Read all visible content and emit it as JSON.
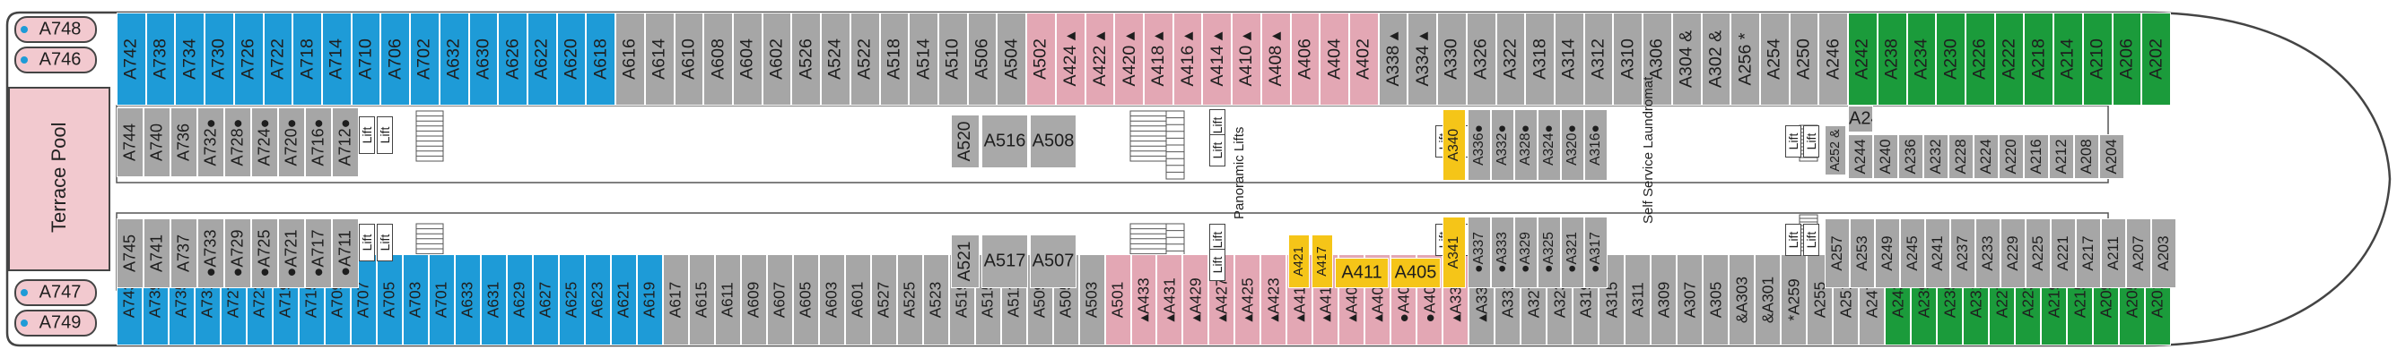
{
  "deck": {
    "pool_label": "Terrace Pool",
    "lift_label": "Lift",
    "panoramic_lifts_label": "Panoramic Lifts",
    "laundromat_label": "Self Service Laundromat",
    "colors": {
      "blue": "#1e9bd7",
      "gray": "#a6a6a6",
      "pink": "#e3a7b4",
      "green": "#1b9b3b",
      "yellow": "#f5c518",
      "pool": "#f2c9cf"
    }
  },
  "aft_suites": {
    "top": [
      "A748",
      "A746"
    ],
    "bottom": [
      "A747",
      "A749"
    ]
  },
  "top_row": [
    {
      "id": "A742",
      "c": "blue"
    },
    {
      "id": "A738",
      "c": "blue"
    },
    {
      "id": "A734",
      "c": "blue"
    },
    {
      "id": "A730",
      "c": "blue"
    },
    {
      "id": "A726",
      "c": "blue"
    },
    {
      "id": "A722",
      "c": "blue"
    },
    {
      "id": "A718",
      "c": "blue"
    },
    {
      "id": "A714",
      "c": "blue"
    },
    {
      "id": "A710",
      "c": "blue"
    },
    {
      "id": "A706",
      "c": "blue"
    },
    {
      "id": "A702",
      "c": "blue"
    },
    {
      "id": "A632",
      "c": "blue"
    },
    {
      "id": "A630",
      "c": "blue"
    },
    {
      "id": "A626",
      "c": "blue"
    },
    {
      "id": "A622",
      "c": "blue"
    },
    {
      "id": "A620",
      "c": "blue"
    },
    {
      "id": "A618",
      "c": "blue"
    },
    {
      "id": "A616",
      "c": "gray"
    },
    {
      "id": "A614",
      "c": "gray"
    },
    {
      "id": "A610",
      "c": "gray"
    },
    {
      "id": "A608",
      "c": "gray"
    },
    {
      "id": "A604",
      "c": "gray"
    },
    {
      "id": "A602",
      "c": "gray"
    },
    {
      "id": "A526",
      "c": "gray"
    },
    {
      "id": "A524",
      "c": "gray"
    },
    {
      "id": "A522",
      "c": "gray"
    },
    {
      "id": "A518",
      "c": "gray"
    },
    {
      "id": "A514",
      "c": "gray"
    },
    {
      "id": "A510",
      "c": "gray"
    },
    {
      "id": "A506",
      "c": "gray"
    },
    {
      "id": "A504",
      "c": "gray"
    },
    {
      "id": "A502",
      "c": "pink"
    },
    {
      "id": "A424 ▴",
      "c": "pink"
    },
    {
      "id": "A422 ▴",
      "c": "pink"
    },
    {
      "id": "A420 ▴",
      "c": "pink"
    },
    {
      "id": "A418 ▴",
      "c": "pink"
    },
    {
      "id": "A416 ▴",
      "c": "pink"
    },
    {
      "id": "A414 ▴",
      "c": "pink"
    },
    {
      "id": "A410 ▴",
      "c": "pink"
    },
    {
      "id": "A408 ▴",
      "c": "pink"
    },
    {
      "id": "A406",
      "c": "pink"
    },
    {
      "id": "A404",
      "c": "pink"
    },
    {
      "id": "A402",
      "c": "pink"
    },
    {
      "id": "A338 ▴",
      "c": "gray"
    },
    {
      "id": "A334 ▴",
      "c": "gray"
    },
    {
      "id": "A330",
      "c": "gray"
    },
    {
      "id": "A326",
      "c": "gray"
    },
    {
      "id": "A322",
      "c": "gray"
    },
    {
      "id": "A318",
      "c": "gray"
    },
    {
      "id": "A314",
      "c": "gray"
    },
    {
      "id": "A312",
      "c": "gray"
    },
    {
      "id": "A310",
      "c": "gray"
    },
    {
      "id": "A306",
      "c": "gray"
    },
    {
      "id": "A304 &",
      "c": "gray"
    },
    {
      "id": "A302 &",
      "c": "gray"
    },
    {
      "id": "A256 *",
      "c": "gray"
    },
    {
      "id": "A254",
      "c": "gray"
    },
    {
      "id": "A250",
      "c": "gray"
    },
    {
      "id": "A246",
      "c": "gray"
    },
    {
      "id": "A242",
      "c": "green"
    },
    {
      "id": "A238",
      "c": "green"
    },
    {
      "id": "A234",
      "c": "green"
    },
    {
      "id": "A230",
      "c": "green"
    },
    {
      "id": "A226",
      "c": "green"
    },
    {
      "id": "A222",
      "c": "green"
    },
    {
      "id": "A218",
      "c": "green"
    },
    {
      "id": "A214",
      "c": "green"
    },
    {
      "id": "A210",
      "c": "green"
    },
    {
      "id": "A206",
      "c": "green"
    },
    {
      "id": "A202",
      "c": "green"
    }
  ],
  "bottom_row": [
    {
      "id": "A743",
      "c": "blue"
    },
    {
      "id": "A739",
      "c": "blue"
    },
    {
      "id": "A735",
      "c": "blue"
    },
    {
      "id": "A731",
      "c": "blue"
    },
    {
      "id": "A727",
      "c": "blue"
    },
    {
      "id": "A723",
      "c": "blue"
    },
    {
      "id": "A719",
      "c": "blue"
    },
    {
      "id": "A715",
      "c": "blue"
    },
    {
      "id": "A709",
      "c": "blue"
    },
    {
      "id": "A707",
      "c": "blue"
    },
    {
      "id": "A705",
      "c": "blue"
    },
    {
      "id": "A703",
      "c": "blue"
    },
    {
      "id": "A701",
      "c": "blue"
    },
    {
      "id": "A633",
      "c": "blue"
    },
    {
      "id": "A631",
      "c": "blue"
    },
    {
      "id": "A629",
      "c": "blue"
    },
    {
      "id": "A627",
      "c": "blue"
    },
    {
      "id": "A625",
      "c": "blue"
    },
    {
      "id": "A623",
      "c": "blue"
    },
    {
      "id": "A621",
      "c": "blue"
    },
    {
      "id": "A619",
      "c": "blue"
    },
    {
      "id": "A617",
      "c": "gray"
    },
    {
      "id": "A615",
      "c": "gray"
    },
    {
      "id": "A611",
      "c": "gray"
    },
    {
      "id": "A609",
      "c": "gray"
    },
    {
      "id": "A607",
      "c": "gray"
    },
    {
      "id": "A605",
      "c": "gray"
    },
    {
      "id": "A603",
      "c": "gray"
    },
    {
      "id": "A601",
      "c": "gray"
    },
    {
      "id": "A527",
      "c": "gray"
    },
    {
      "id": "A525",
      "c": "gray"
    },
    {
      "id": "A523",
      "c": "gray"
    },
    {
      "id": "A519",
      "c": "gray"
    },
    {
      "id": "A515",
      "c": "gray"
    },
    {
      "id": "A511",
      "c": "gray"
    },
    {
      "id": "A509",
      "c": "gray"
    },
    {
      "id": "A505",
      "c": "gray"
    },
    {
      "id": "A503",
      "c": "gray"
    },
    {
      "id": "A501",
      "c": "pink"
    },
    {
      "id": "▴A433",
      "c": "pink"
    },
    {
      "id": "▴A431",
      "c": "pink"
    },
    {
      "id": "▴A429",
      "c": "pink"
    },
    {
      "id": "▴A427",
      "c": "pink"
    },
    {
      "id": "▴A425",
      "c": "pink"
    },
    {
      "id": "▴A423",
      "c": "pink"
    },
    {
      "id": "▴A419",
      "c": "pink"
    },
    {
      "id": "▴A415",
      "c": "pink"
    },
    {
      "id": "▴A409",
      "c": "pink"
    },
    {
      "id": "▴A407",
      "c": "pink"
    },
    {
      "id": "●A403",
      "c": "pink"
    },
    {
      "id": "●A401",
      "c": "pink"
    },
    {
      "id": "▴A339",
      "c": "pink"
    },
    {
      "id": "▴A335",
      "c": "gray"
    },
    {
      "id": "A331",
      "c": "gray"
    },
    {
      "id": "A327",
      "c": "gray"
    },
    {
      "id": "A323",
      "c": "gray"
    },
    {
      "id": "A319",
      "c": "gray"
    },
    {
      "id": "A315",
      "c": "gray"
    },
    {
      "id": "A311",
      "c": "gray"
    },
    {
      "id": "A309",
      "c": "gray"
    },
    {
      "id": "A307",
      "c": "gray"
    },
    {
      "id": "A305",
      "c": "gray"
    },
    {
      "id": "&A303",
      "c": "gray"
    },
    {
      "id": "&A301",
      "c": "gray"
    },
    {
      "id": "*A259",
      "c": "gray"
    },
    {
      "id": "A255",
      "c": "gray"
    },
    {
      "id": "A251",
      "c": "gray"
    },
    {
      "id": "A247",
      "c": "gray"
    },
    {
      "id": "A243",
      "c": "green"
    },
    {
      "id": "A239",
      "c": "green"
    },
    {
      "id": "A235",
      "c": "green"
    },
    {
      "id": "A231",
      "c": "green"
    },
    {
      "id": "A227",
      "c": "green"
    },
    {
      "id": "A223",
      "c": "green"
    },
    {
      "id": "A219",
      "c": "green"
    },
    {
      "id": "A215",
      "c": "green"
    },
    {
      "id": "A209",
      "c": "green"
    },
    {
      "id": "A205",
      "c": "green"
    },
    {
      "id": "A201",
      "c": "green"
    }
  ],
  "inner_aft_top": [
    "A744",
    "A740",
    "A736",
    "A732●",
    "A728●",
    "A724●",
    "A720●",
    "A716●",
    "A712●"
  ],
  "inner_aft_bottom": [
    "A745",
    "A741",
    "A737",
    "●A733",
    "●A729",
    "●A725",
    "●A721",
    "●A717",
    "●A711"
  ],
  "inner_mid_top": [
    "A520",
    "A516",
    "A508"
  ],
  "inner_mid_bottom": [
    "A521",
    "A517",
    "A507"
  ],
  "inner_fwd_top": [
    "A340",
    "A336●",
    "A332●",
    "A328●",
    "A324●",
    "A320●",
    "A316●"
  ],
  "inner_fwd_bottom": [
    "A341",
    "●A337",
    "●A333",
    "●A329",
    "●A325",
    "●A321",
    "●A317"
  ],
  "inner_center_bottom": [
    "A421",
    "A417",
    "A411",
    "A405"
  ],
  "inner_bow_top": [
    "A248 &",
    "A252 &",
    "A244",
    "A240",
    "A236",
    "A232",
    "A228",
    "A224",
    "A220",
    "A216",
    "A212",
    "A208",
    "A204"
  ],
  "inner_bow_bottom": [
    "A257",
    "A253",
    "A249",
    "A245",
    "A241",
    "A237",
    "A233",
    "A229",
    "A225",
    "A221",
    "A217",
    "A211",
    "A207",
    "A203"
  ]
}
